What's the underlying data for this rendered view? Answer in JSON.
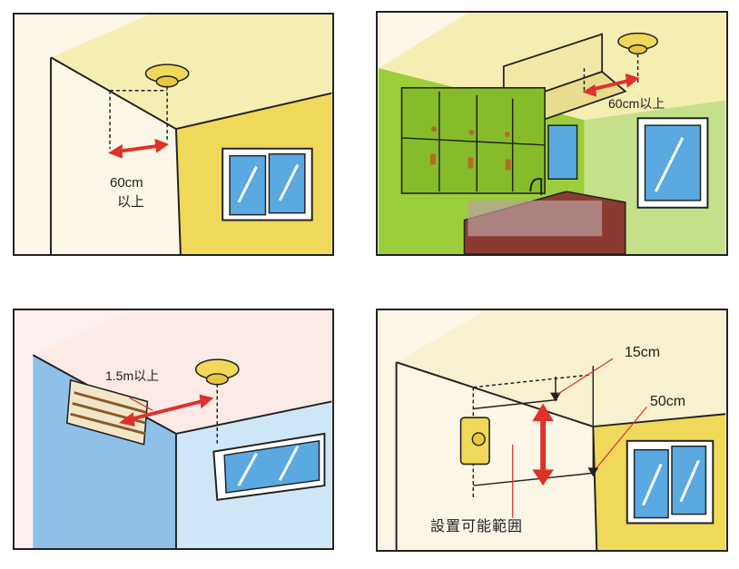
{
  "panels": [
    {
      "id": "ceiling-corner",
      "labels": {
        "distance_value": "60cm",
        "distance_suffix": "以上"
      }
    },
    {
      "id": "kitchen-cabinet",
      "labels": {
        "distance": "60cm以上"
      }
    },
    {
      "id": "air-conditioner",
      "labels": {
        "distance": "1.5m以上"
      }
    },
    {
      "id": "wall-mount",
      "labels": {
        "top_offset": "15cm",
        "bottom_offset": "50cm",
        "caption": "設置可能範囲"
      }
    }
  ],
  "colors": {
    "arrow": "#e0302a",
    "wall_cream": "#fbf6e6",
    "ceiling_yellow": "#f5eeb3",
    "wall_yellow": "#f0d85a",
    "kitchen_green": "#9ccd3a",
    "wall_blue": "#8fc1e8",
    "window_blue": "#5aa9e0",
    "outline": "#222222"
  }
}
